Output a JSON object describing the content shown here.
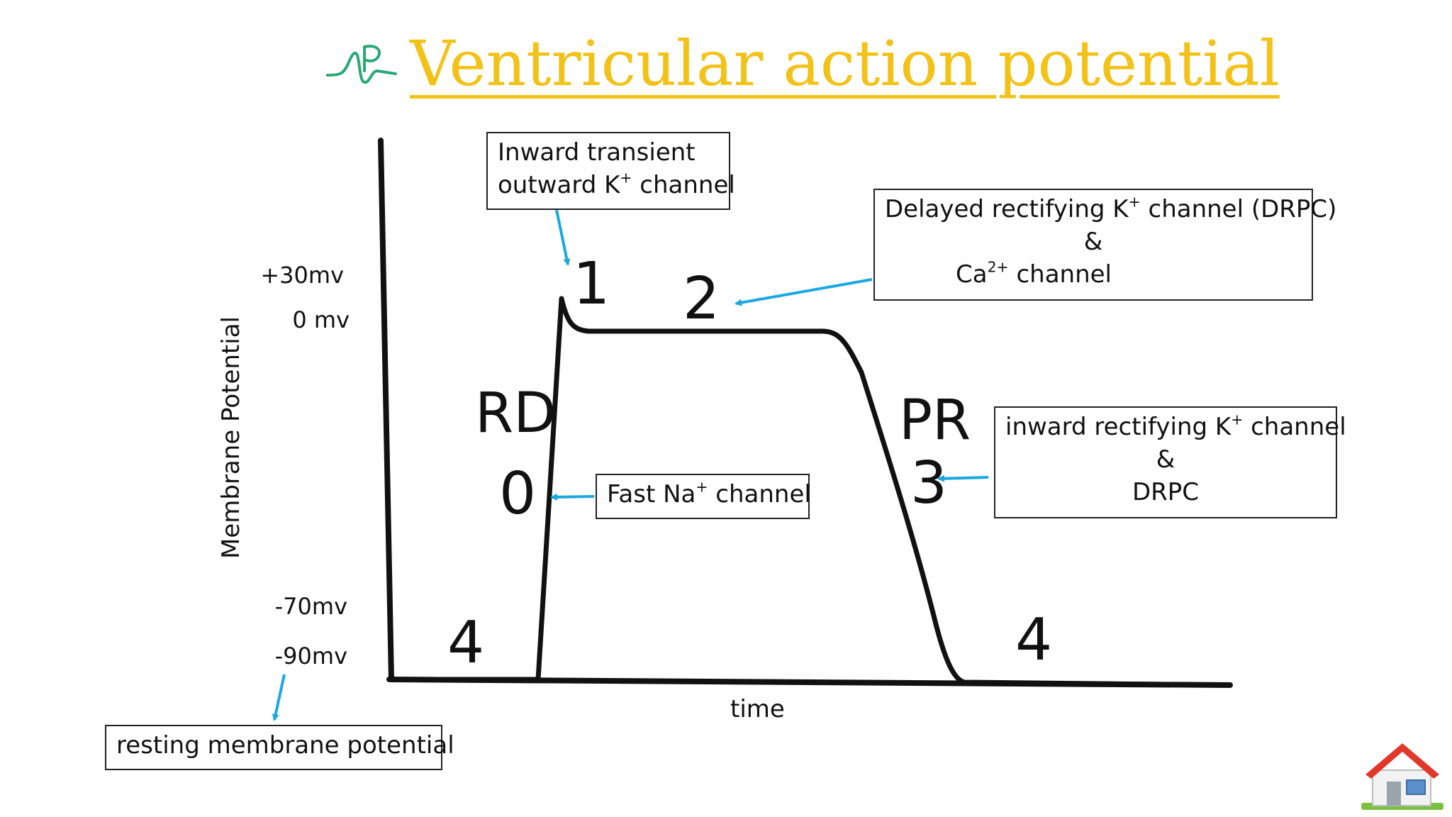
{
  "title": {
    "text": "Ventricular action potential",
    "color": "#f2c218",
    "logo_icon": "ap-waveform-logo-icon",
    "logo_color": "#2aa876"
  },
  "axes": {
    "y_label": "Membrane Potential",
    "x_label": "time",
    "y_ticks": [
      "+30mv",
      "0 mv",
      "-70mv",
      "-90mv"
    ]
  },
  "regions": {
    "rapid_depolarization": "RD",
    "plateau_repolarization": "PR"
  },
  "phases": [
    "0",
    "1",
    "2",
    "3",
    "4",
    "4"
  ],
  "annotations": {
    "phase1_box": {
      "line1": "Inward transient",
      "line2_pre": "outward K",
      "line2_sup": "+",
      "line2_post": " channel"
    },
    "phase2_box": {
      "line1_pre": "Delayed rectifying K",
      "line1_sup": "+",
      "line1_post": " channel (DRPC)",
      "line2": "&",
      "line3_pre": "Ca",
      "line3_sup": "2+",
      "line3_post": " channel"
    },
    "phase0_box": {
      "pre": "Fast Na",
      "sup": "+",
      "post": " channel"
    },
    "phase3_box": {
      "line1_pre": "inward rectifying K",
      "line1_sup": "+",
      "line1_post": " channel",
      "line2": "&",
      "line3": "DRPC"
    },
    "resting_box": {
      "text": "resting membrane potential"
    }
  },
  "colors": {
    "arrow": "#1ba8e0",
    "trace": "#111111",
    "axis": "#111111",
    "box_border": "#222222"
  },
  "nav": {
    "home_icon": "home-icon"
  }
}
